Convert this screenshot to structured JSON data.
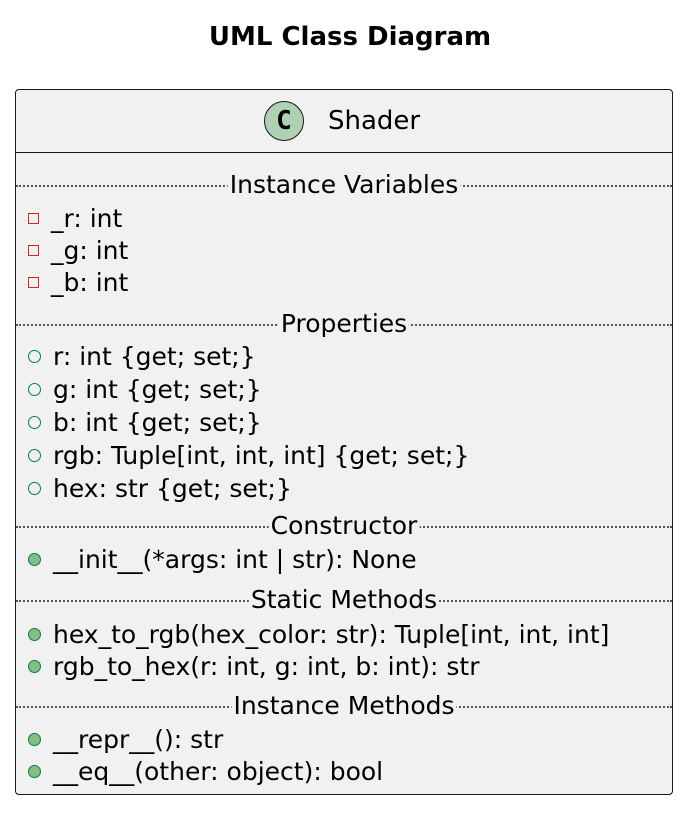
{
  "diagram": {
    "title": "UML Class Diagram",
    "class": {
      "stereotype_letter": "C",
      "name": "Shader",
      "sections": {
        "instance_variables": {
          "label": "Instance Variables",
          "members": [
            "_r: int",
            "_g: int",
            "_b: int"
          ]
        },
        "properties": {
          "label": "Properties",
          "members": [
            "r: int {get; set;}",
            "g: int {get; set;}",
            "b: int {get; set;}",
            "rgb: Tuple[int, int, int] {get; set;}",
            "hex: str {get; set;}"
          ]
        },
        "constructor": {
          "label": "Constructor",
          "members": [
            "__init__(*args: int | str): None"
          ]
        },
        "static_methods": {
          "label": "Static Methods",
          "members": [
            "hex_to_rgb(hex_color: str): Tuple[int, int, int]",
            "rgb_to_hex(r: int, g: int, b: int): str"
          ]
        },
        "instance_methods": {
          "label": "Instance Methods",
          "members": [
            "__repr__(): str",
            "__eq__(other: object): bool"
          ]
        }
      }
    },
    "colors": {
      "box_fill": "#f1f1f1",
      "stereotype_fill": "#add1b2",
      "private_marker": "#c82930",
      "public_marker": "#038048",
      "method_marker_fill": "#84be84"
    },
    "icons": {
      "stereotype": "class-circle-icon",
      "private": "private-square-icon",
      "public_field": "public-hollow-circle-icon",
      "public_method": "public-filled-circle-icon"
    }
  }
}
